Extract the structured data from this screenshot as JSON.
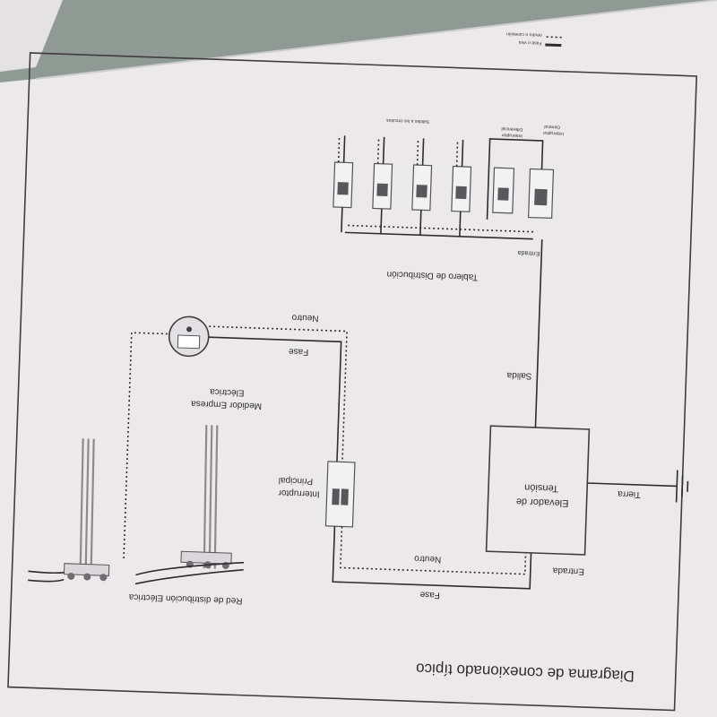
{
  "diagram": {
    "title": "Diagrama de conexionado típico",
    "legend": {
      "phase": "Fase o viva",
      "neutral": "neutro o conexión"
    },
    "nodes": {
      "grid": "Red de distribución Eléctrica",
      "meter": [
        "Medidor Empresa",
        "Eléctrica"
      ],
      "main_breaker": [
        "Interruptor",
        "Principal"
      ],
      "transformer": [
        "Elevador de",
        "Tensión"
      ],
      "panel": "Tablero de Distribución",
      "general_switch": [
        "Interruptor",
        "General"
      ],
      "differential_switch": [
        "Interruptor",
        "Diferencial"
      ],
      "circuits": "Salidas a los circuitos"
    },
    "wire_labels": {
      "phase_top": "Fase",
      "neutral_top": "Neutro",
      "phase_bottom": "Fase",
      "neutral_bottom": "Neutro",
      "input": "Entrada",
      "output": "Salida",
      "ground": "Tierra",
      "panel_input": "Entrada"
    },
    "colors": {
      "paper": "#ebe9ea",
      "ink": "#2e2c30",
      "background": "#8c9792"
    }
  }
}
